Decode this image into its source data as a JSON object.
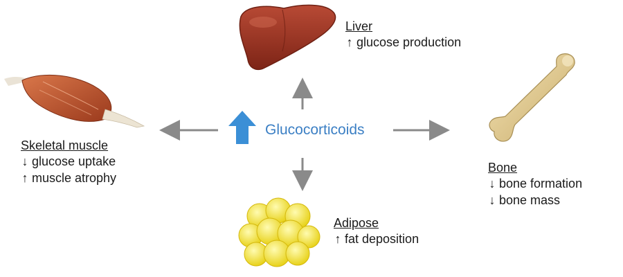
{
  "colors": {
    "accent_blue": "#3b8fd6",
    "center_text": "#3b7fc4",
    "connector_gray": "#8a8a8a",
    "liver": "#9a3526",
    "muscle": "#b8502b",
    "bone": "#e2cc93",
    "adipose": "#f3e12e"
  },
  "center": {
    "label": "Glucocorticoids",
    "indicator_icon": "up-arrow-icon"
  },
  "organs": {
    "liver": {
      "name": "Liver",
      "icon": "liver-icon",
      "effects": [
        {
          "direction_glyph": "↑",
          "text": "glucose production"
        }
      ]
    },
    "skeletal_muscle": {
      "name": "Skeletal muscle",
      "icon": "muscle-icon",
      "effects": [
        {
          "direction_glyph": "↓",
          "text": "glucose uptake"
        },
        {
          "direction_glyph": "↑",
          "text": "muscle atrophy"
        }
      ]
    },
    "bone": {
      "name": "Bone",
      "icon": "bone-icon",
      "effects": [
        {
          "direction_glyph": "↓",
          "text": "bone formation"
        },
        {
          "direction_glyph": "↓",
          "text": "bone mass"
        }
      ]
    },
    "adipose": {
      "name": "Adipose",
      "icon": "fat-cells-icon",
      "effects": [
        {
          "direction_glyph": "↑",
          "text": "fat deposition"
        }
      ]
    }
  }
}
